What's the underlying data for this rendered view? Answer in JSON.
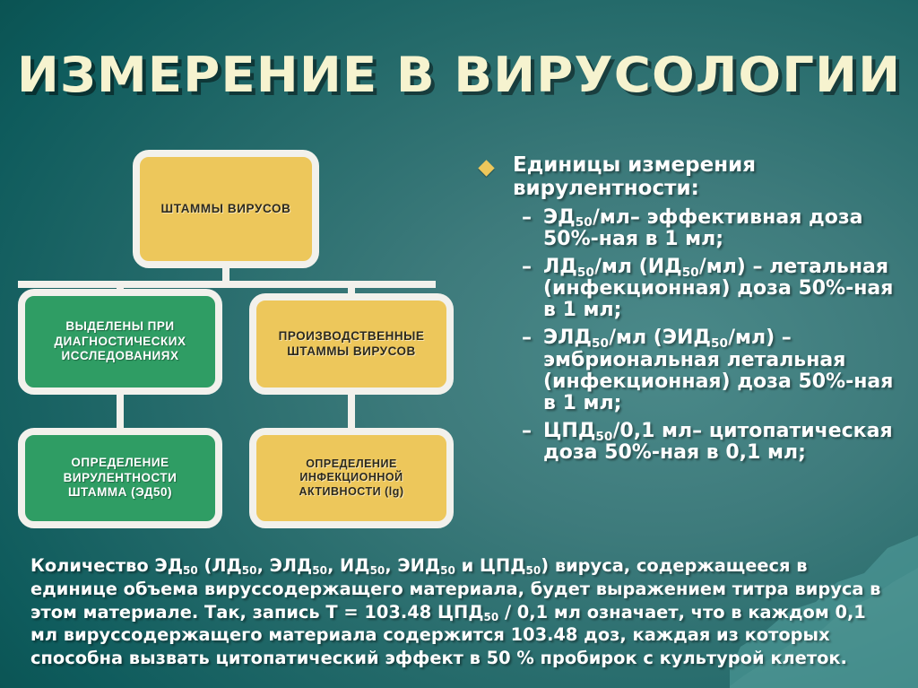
{
  "slide": {
    "title": "ИЗМЕРЕНИЕ В ВИРУСОЛОГИИ",
    "background_color": "#0e5b5c",
    "background_mid_color": "#4b8a8a",
    "title_color": "#f6f3cf",
    "accent_yellow": "#edc75b",
    "accent_green": "#2f9d64",
    "border_color": "#f2f1ec"
  },
  "flowchart": {
    "type": "tree",
    "nodes": [
      {
        "id": "root",
        "label": "ШТАММЫ ВИРУСОВ",
        "color": "yellow"
      },
      {
        "id": "diag",
        "label": "ВЫДЕЛЕНЫ ПРИ ДИАГНОСТИЧЕСКИХ ИССЛЕДОВАНИЯХ",
        "color": "green"
      },
      {
        "id": "prod",
        "label": "ПРОИЗВОДСТВЕННЫЕ ШТАММЫ ВИРУСОВ",
        "color": "yellow"
      },
      {
        "id": "viru",
        "label": "ОПРЕДЕЛЕНИЕ ВИРУЛЕНТНОСТИ ШТАММА (ЭД50)",
        "color": "green"
      },
      {
        "id": "inf",
        "label": "ОПРЕДЕЛЕНИЕ ИНФЕКЦИОННОЙ АКТИВНОСТИ (lg)",
        "color": "yellow"
      }
    ],
    "edges": [
      {
        "from": "root",
        "to": "diag"
      },
      {
        "from": "root",
        "to": "prod"
      },
      {
        "from": "diag",
        "to": "viru"
      },
      {
        "from": "prod",
        "to": "inf"
      }
    ]
  },
  "bullets": {
    "heading": "Единицы измерения вирулентности:",
    "bullet_glyph": "diamond",
    "dash_glyph": "–",
    "items": [
      {
        "id": "ed50",
        "prefix": "ЭД",
        "sub": "50",
        "text": "/мл– эффективная доза 50%-ная в 1 мл;"
      },
      {
        "id": "ld50",
        "prefix": "ЛД",
        "sub": "50",
        "mid": "/мл (ИД",
        "sub2": "50",
        "text": "/мл) – летальная (инфекционная) доза 50%-ная в 1 мл;"
      },
      {
        "id": "eld50",
        "prefix": "ЭЛД",
        "sub": "50",
        "mid": "/мл (ЭИД",
        "sub2": "50",
        "text": "/мл) – эмбриональная летальная (инфекционная) доза 50%-ная в 1 мл;"
      },
      {
        "id": "cpd50",
        "prefix": "ЦПД",
        "sub": "50",
        "text": "/0,1 мл– цитопатическая доза 50%-ная в 0,1 мл;"
      }
    ]
  },
  "paragraph": {
    "seg_1": "Количество ЭД",
    "sub_1": "50",
    "seg_2": " (ЛД",
    "sub_2": "50",
    "seg_3": ", ЭЛД",
    "sub_3": "50",
    "seg_4": ", ИД",
    "sub_4": "50",
    "seg_5": ", ЭИД",
    "sub_5": "50",
    "seg_6": " и ЦПД",
    "sub_6": "50",
    "seg_7": ") вируса, содержащееся в единице объема вируссодержащего материала, будет выражением титра вируса в этом материале. Так, запись Т = 103.48 ЦПД",
    "sub_7": "50",
    "seg_8": " / 0,1 мл означает, что в каждом 0,1 мл вируссодержащего материала содержится 103.48 доз, каждая из которых способна вызвать цитопатический эффект в 50 % пробирок с культурой клеток."
  }
}
